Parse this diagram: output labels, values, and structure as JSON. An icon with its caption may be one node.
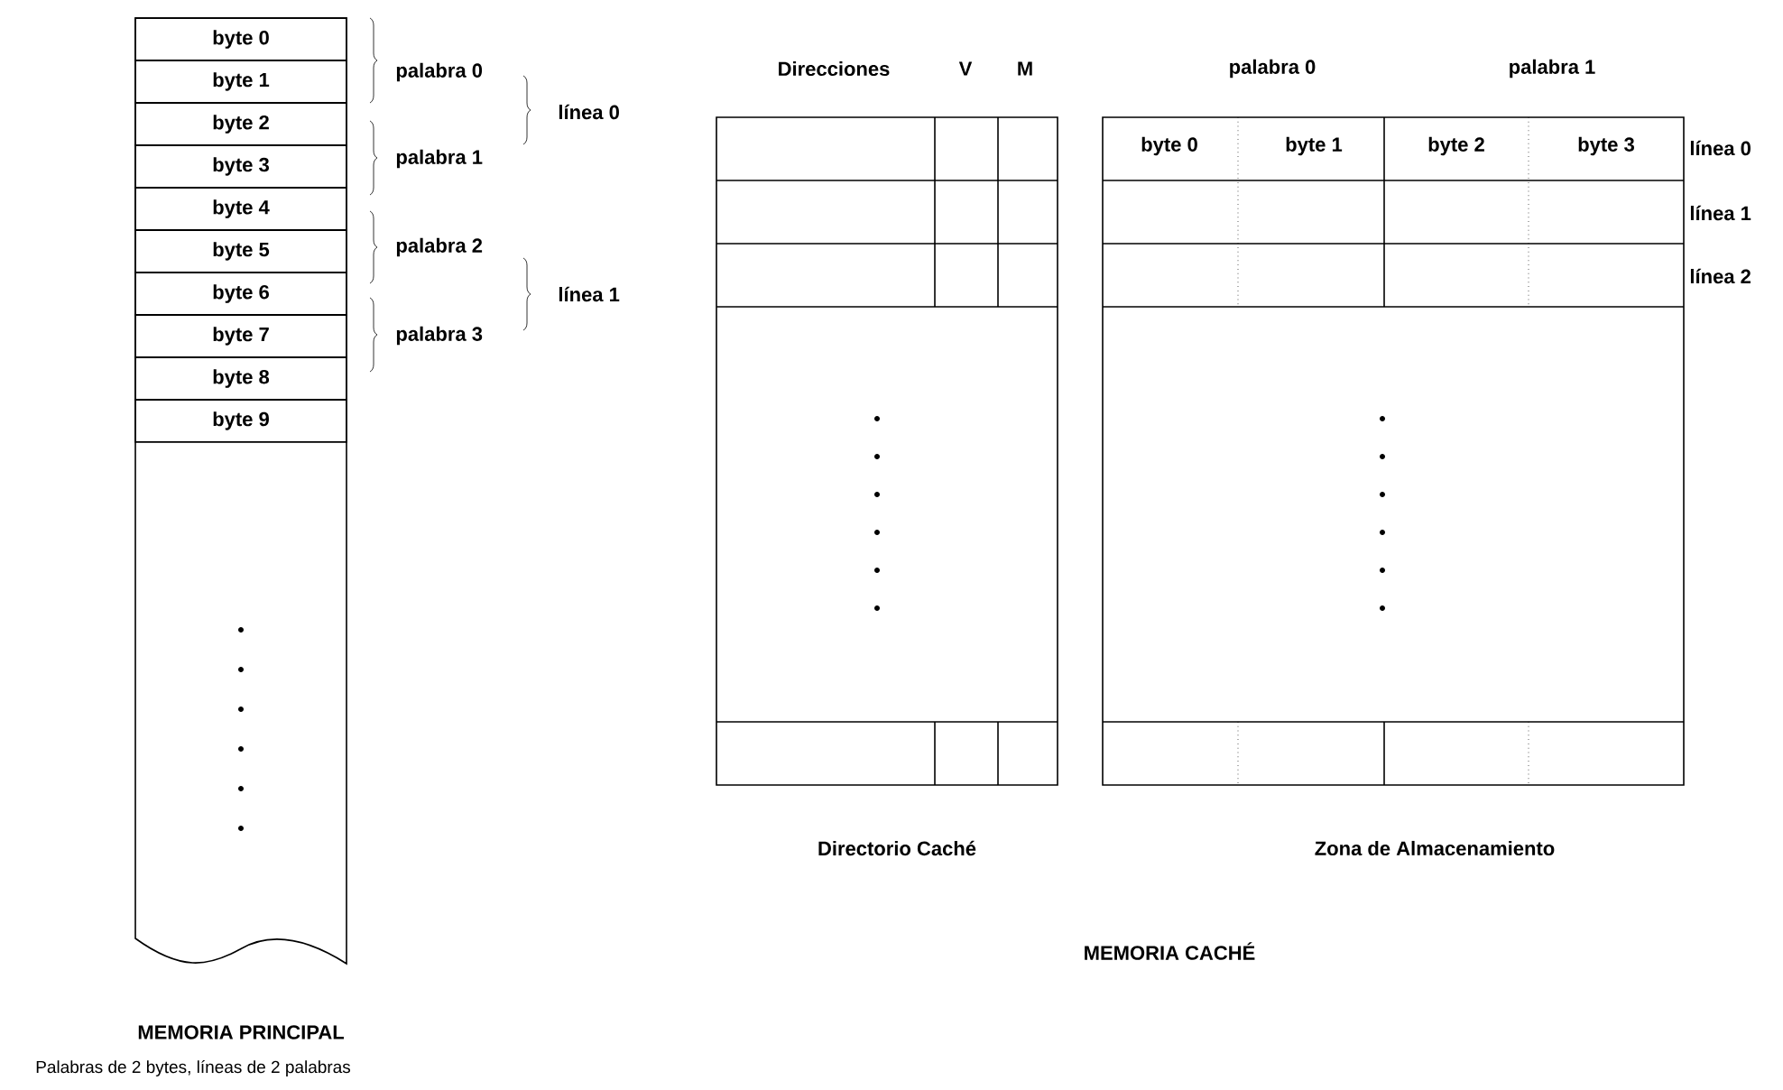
{
  "diagram": {
    "caption": "Palabras de 2 bytes, líneas de 2 palabras",
    "nodes": [
      {
        "text": [
          "MEMORIA PRINCIPAL"
        ]
      },
      {
        "text": [
          "byte 0"
        ],
        "in": 0
      },
      {
        "text": [
          "byte 1"
        ],
        "in": 0
      },
      {
        "text": [
          "byte 2"
        ],
        "in": 0
      },
      {
        "text": [
          "byte 3"
        ],
        "in": 0
      },
      {
        "text": [
          "byte 4"
        ],
        "in": 0
      },
      {
        "text": [
          "byte 5"
        ],
        "in": 0
      },
      {
        "text": [
          "byte 6"
        ],
        "in": 0
      },
      {
        "text": [
          "byte 7"
        ],
        "in": 0
      },
      {
        "text": [
          "byte 8"
        ],
        "in": 0
      },
      {
        "text": [
          "byte 9"
        ],
        "in": 0
      },
      {
        "text": [
          "Direcciones",
          "V",
          "M",
          "Directorio Caché"
        ]
      },
      {
        "text": [
          "palabra 0",
          "palabra 1",
          "Zona de Almacenamiento"
        ]
      },
      {
        "text": [
          "byte 0"
        ],
        "in": 12
      },
      {
        "text": [
          "byte 1"
        ],
        "in": 12
      },
      {
        "text": [
          "byte 2"
        ],
        "in": 12
      },
      {
        "text": [
          "byte 3"
        ],
        "in": 12
      }
    ],
    "labels": [
      "palabra 0",
      "línea 0",
      "palabra 1",
      "palabra 2",
      "línea 1",
      "palabra 3",
      "línea 0",
      "línea 1",
      "línea 2",
      "MEMORIA CACHÉ"
    ]
  }
}
